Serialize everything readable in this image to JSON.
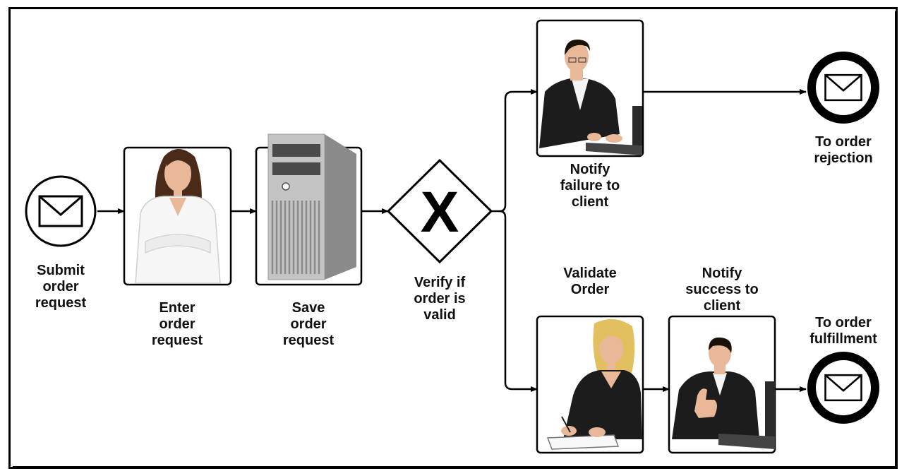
{
  "nodes": {
    "submit_order_request": "Submit\norder\nrequest",
    "enter_order_request": "Enter\norder\nrequest",
    "save_order_request": "Save\norder\nrequest",
    "verify_if_order_is_valid": "Verify if\norder is\nvalid",
    "gateway_symbol": "X",
    "notify_failure_to_client": "Notify\nfailure to\nclient",
    "to_order_rejection": "To order\nrejection",
    "validate_order": "Validate\nOrder",
    "notify_success_to_client": "Notify\nsuccess to\nclient",
    "to_order_fulfillment": "To order\nfulfillment"
  },
  "icons": {
    "start_event": "envelope-icon",
    "end_event_rejection": "envelope-icon",
    "end_event_fulfillment": "envelope-icon",
    "enter_task": "person-woman-icon",
    "save_task": "server-icon",
    "failure_task": "person-laptop-icon",
    "validate_task": "person-writing-icon",
    "success_task": "person-thumbs-up-icon"
  },
  "colors": {
    "stroke": "#000000",
    "background": "#ffffff",
    "suit": "#1c1c1c",
    "skin": "#e8b898",
    "server": "#b8b8b8"
  }
}
